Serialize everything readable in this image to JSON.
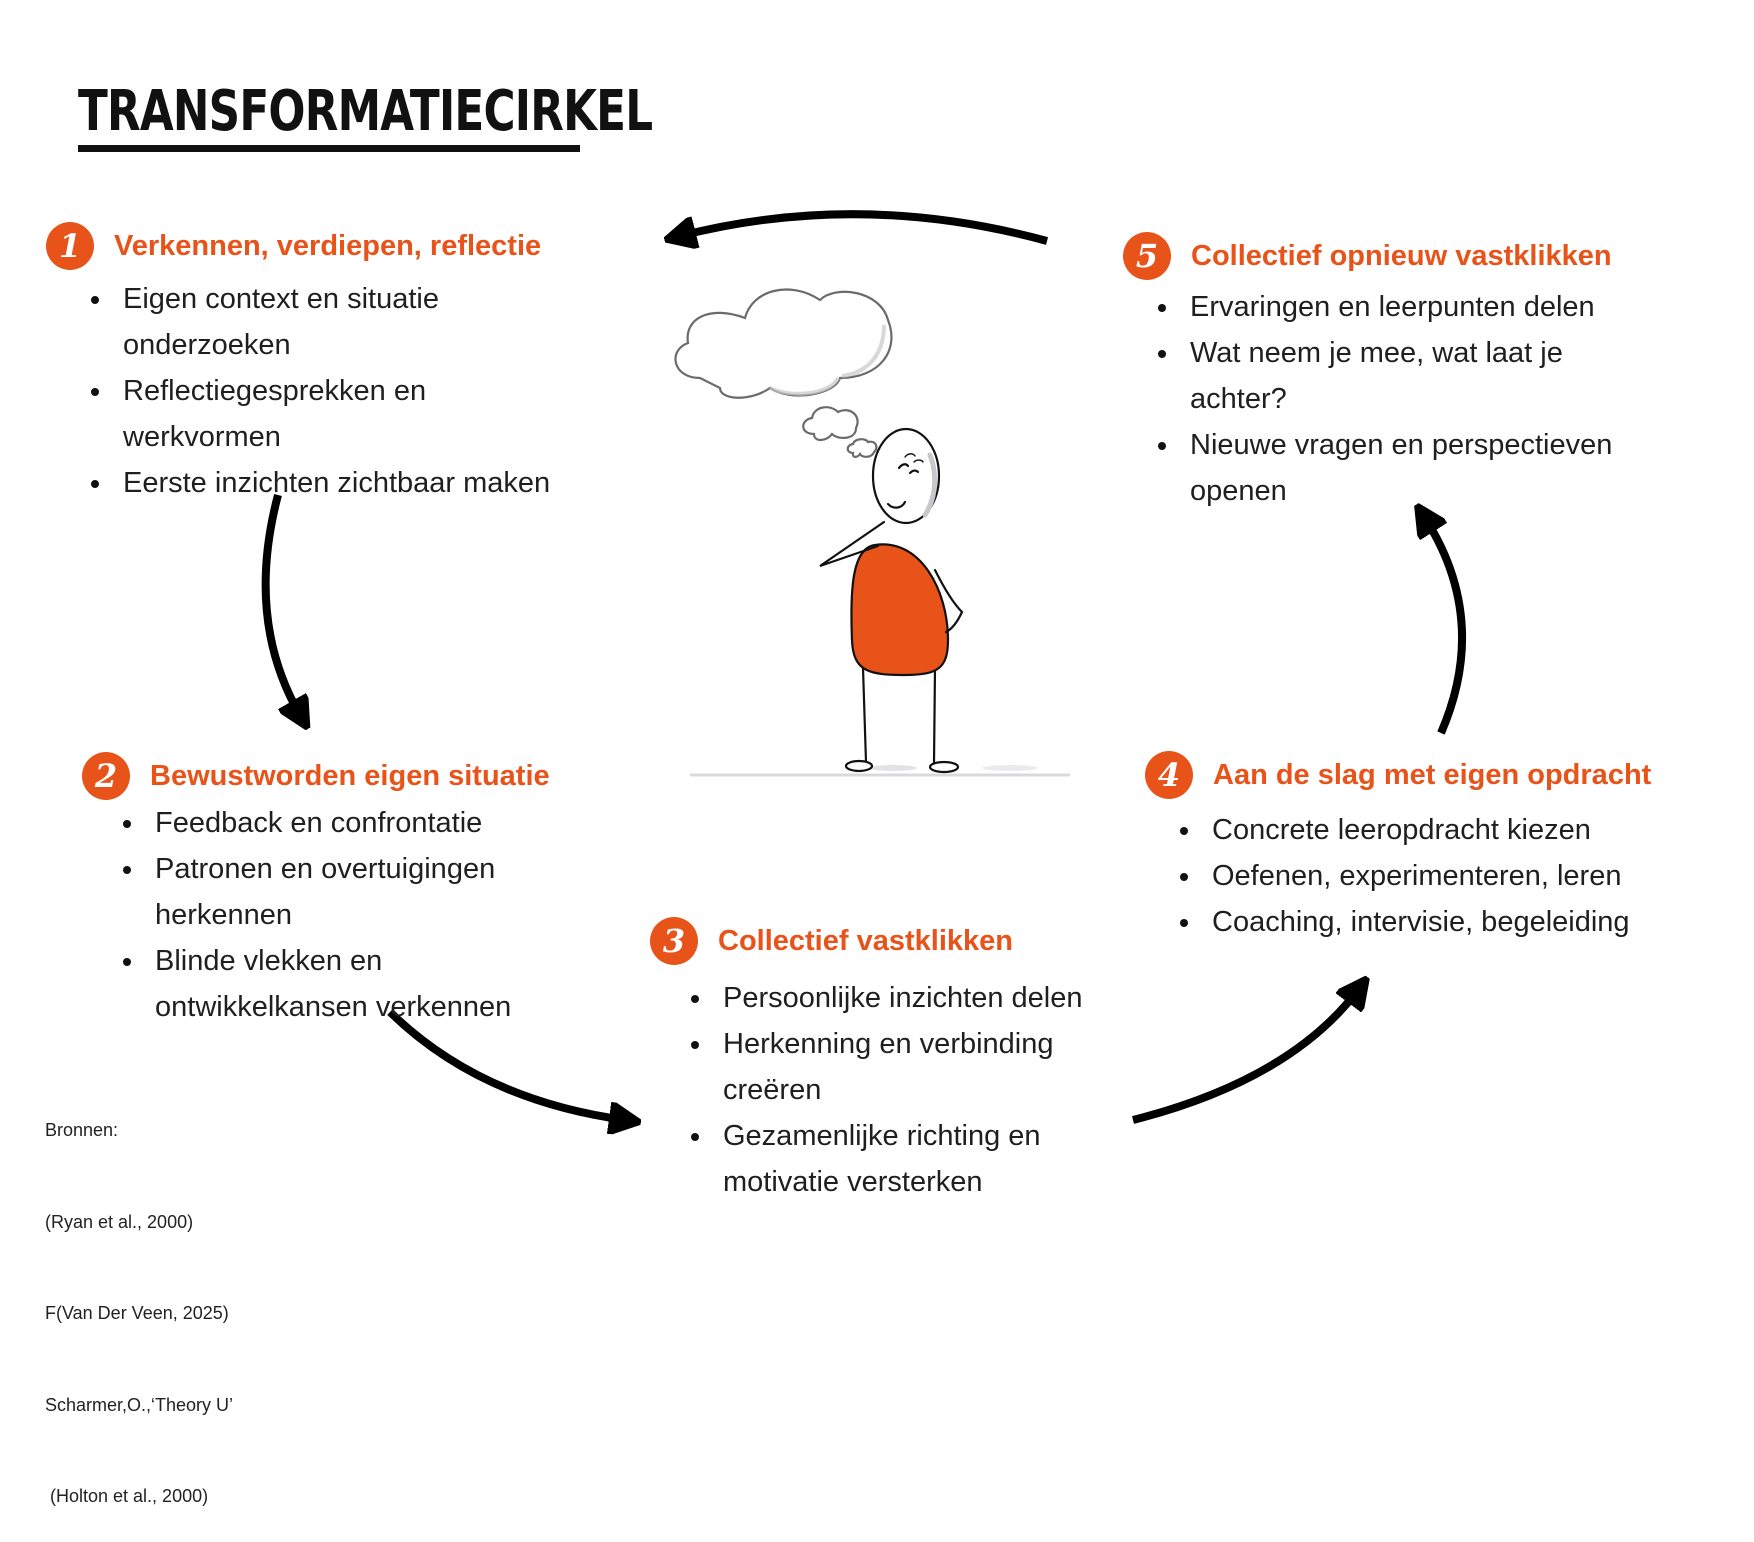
{
  "title": "TRANSFORMATIECIRKEL",
  "colors": {
    "accent": "#e8531a",
    "text": "#1f1f1f",
    "arrow": "#000000"
  },
  "steps": [
    {
      "number": "1",
      "title": "Verkennen, verdiepen, reflectie",
      "bullets": [
        "Eigen context en situatie onderzoeken",
        "Reflectiegesprekken en werkvormen",
        "Eerste inzichten zichtbaar maken"
      ]
    },
    {
      "number": "2",
      "title": "Bewustworden eigen situatie",
      "bullets": [
        "Feedback en confrontatie",
        "Patronen en overtuigingen herkennen",
        "Blinde vlekken en ontwikkelkansen verkennen"
      ]
    },
    {
      "number": "3",
      "title": "Collectief vastklikken",
      "bullets": [
        "Persoonlijke inzichten delen",
        "Herkenning en verbinding creëren",
        "Gezamenlijke richting en motivatie versterken"
      ]
    },
    {
      "number": "4",
      "title": "Aan de slag met eigen opdracht",
      "bullets": [
        "Concrete leeropdracht kiezen",
        "Oefenen, experimenteren, leren",
        "Coaching, intervisie, begeleiding"
      ]
    },
    {
      "number": "5",
      "title": "Collectief opnieuw vastklikken",
      "bullets": [
        "Ervaringen en leerpunten delen",
        "Wat neem je mee, wat laat je achter?",
        "Nieuwe vragen en perspectieven openen"
      ]
    }
  ],
  "sources": {
    "label": "Bronnen:",
    "items": [
      "(Ryan et al., 2000)",
      "F(Van Der Veen, 2025)",
      "Scharmer,O.,‘Theory U’",
      " (Holton et al., 2000)"
    ]
  },
  "illustration": {
    "figure": "thinking-person-icon",
    "cloud": "thought-cloud-icon"
  }
}
